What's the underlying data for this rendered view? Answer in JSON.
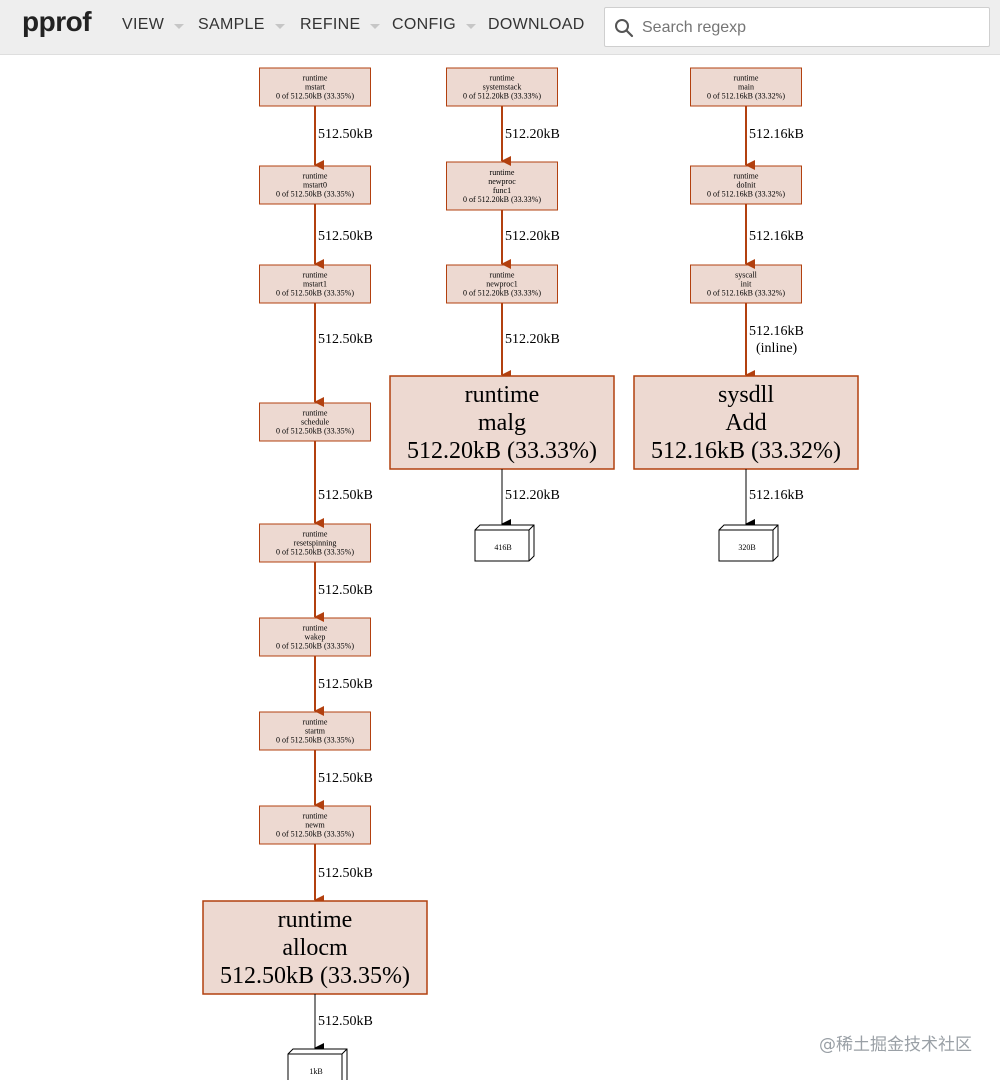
{
  "header": {
    "logo": "pprof",
    "menus": [
      {
        "label": "VIEW"
      },
      {
        "label": "SAMPLE"
      },
      {
        "label": "REFINE"
      },
      {
        "label": "CONFIG"
      },
      {
        "label": "DOWNLOAD"
      }
    ],
    "search_placeholder": "Search regexp"
  },
  "graph": {
    "left_chain": [
      {
        "lines": [
          "runtime",
          "mstart",
          "0 of 512.50kB (33.35%)"
        ]
      },
      {
        "lines": [
          "runtime",
          "mstart0",
          "0 of 512.50kB (33.35%)"
        ]
      },
      {
        "lines": [
          "runtime",
          "mstart1",
          "0 of 512.50kB (33.35%)"
        ]
      },
      {
        "lines": [
          "runtime",
          "schedule",
          "0 of 512.50kB (33.35%)"
        ]
      },
      {
        "lines": [
          "runtime",
          "resetspinning",
          "0 of 512.50kB (33.35%)"
        ]
      },
      {
        "lines": [
          "runtime",
          "wakep",
          "0 of 512.50kB (33.35%)"
        ]
      },
      {
        "lines": [
          "runtime",
          "startm",
          "0 of 512.50kB (33.35%)"
        ]
      },
      {
        "lines": [
          "runtime",
          "newm",
          "0 of 512.50kB (33.35%)"
        ]
      }
    ],
    "left_big": [
      "runtime",
      "allocm",
      "512.50kB (33.35%)"
    ],
    "left_edge_label": "512.50kB",
    "left_leaf": "1kB",
    "mid_chain": [
      {
        "lines": [
          "runtime",
          "systemstack",
          "0 of 512.20kB (33.33%)"
        ]
      },
      {
        "lines": [
          "runtime",
          "newproc",
          "func1",
          "0 of 512.20kB (33.33%)"
        ]
      },
      {
        "lines": [
          "runtime",
          "newproc1",
          "0 of 512.20kB (33.33%)"
        ]
      }
    ],
    "mid_big": [
      "runtime",
      "malg",
      "512.20kB (33.33%)"
    ],
    "mid_edge_label": "512.20kB",
    "mid_leaf": "416B",
    "right_chain": [
      {
        "lines": [
          "runtime",
          "main",
          "0 of 512.16kB (33.32%)"
        ]
      },
      {
        "lines": [
          "runtime",
          "doInit",
          "0 of 512.16kB (33.32%)"
        ]
      },
      {
        "lines": [
          "syscall",
          "init",
          "0 of 512.16kB (33.32%)"
        ]
      }
    ],
    "right_big": [
      "sysdll",
      "Add",
      "512.16kB (33.32%)"
    ],
    "right_edge_label": "512.16kB",
    "right_inline": "(inline)",
    "right_leaf": "320B",
    "colors": {
      "edge": "#b2400f",
      "node_fill": "#edd9d1",
      "node_border": "#b2400f"
    }
  },
  "watermark": "@稀土掘金技术社区"
}
